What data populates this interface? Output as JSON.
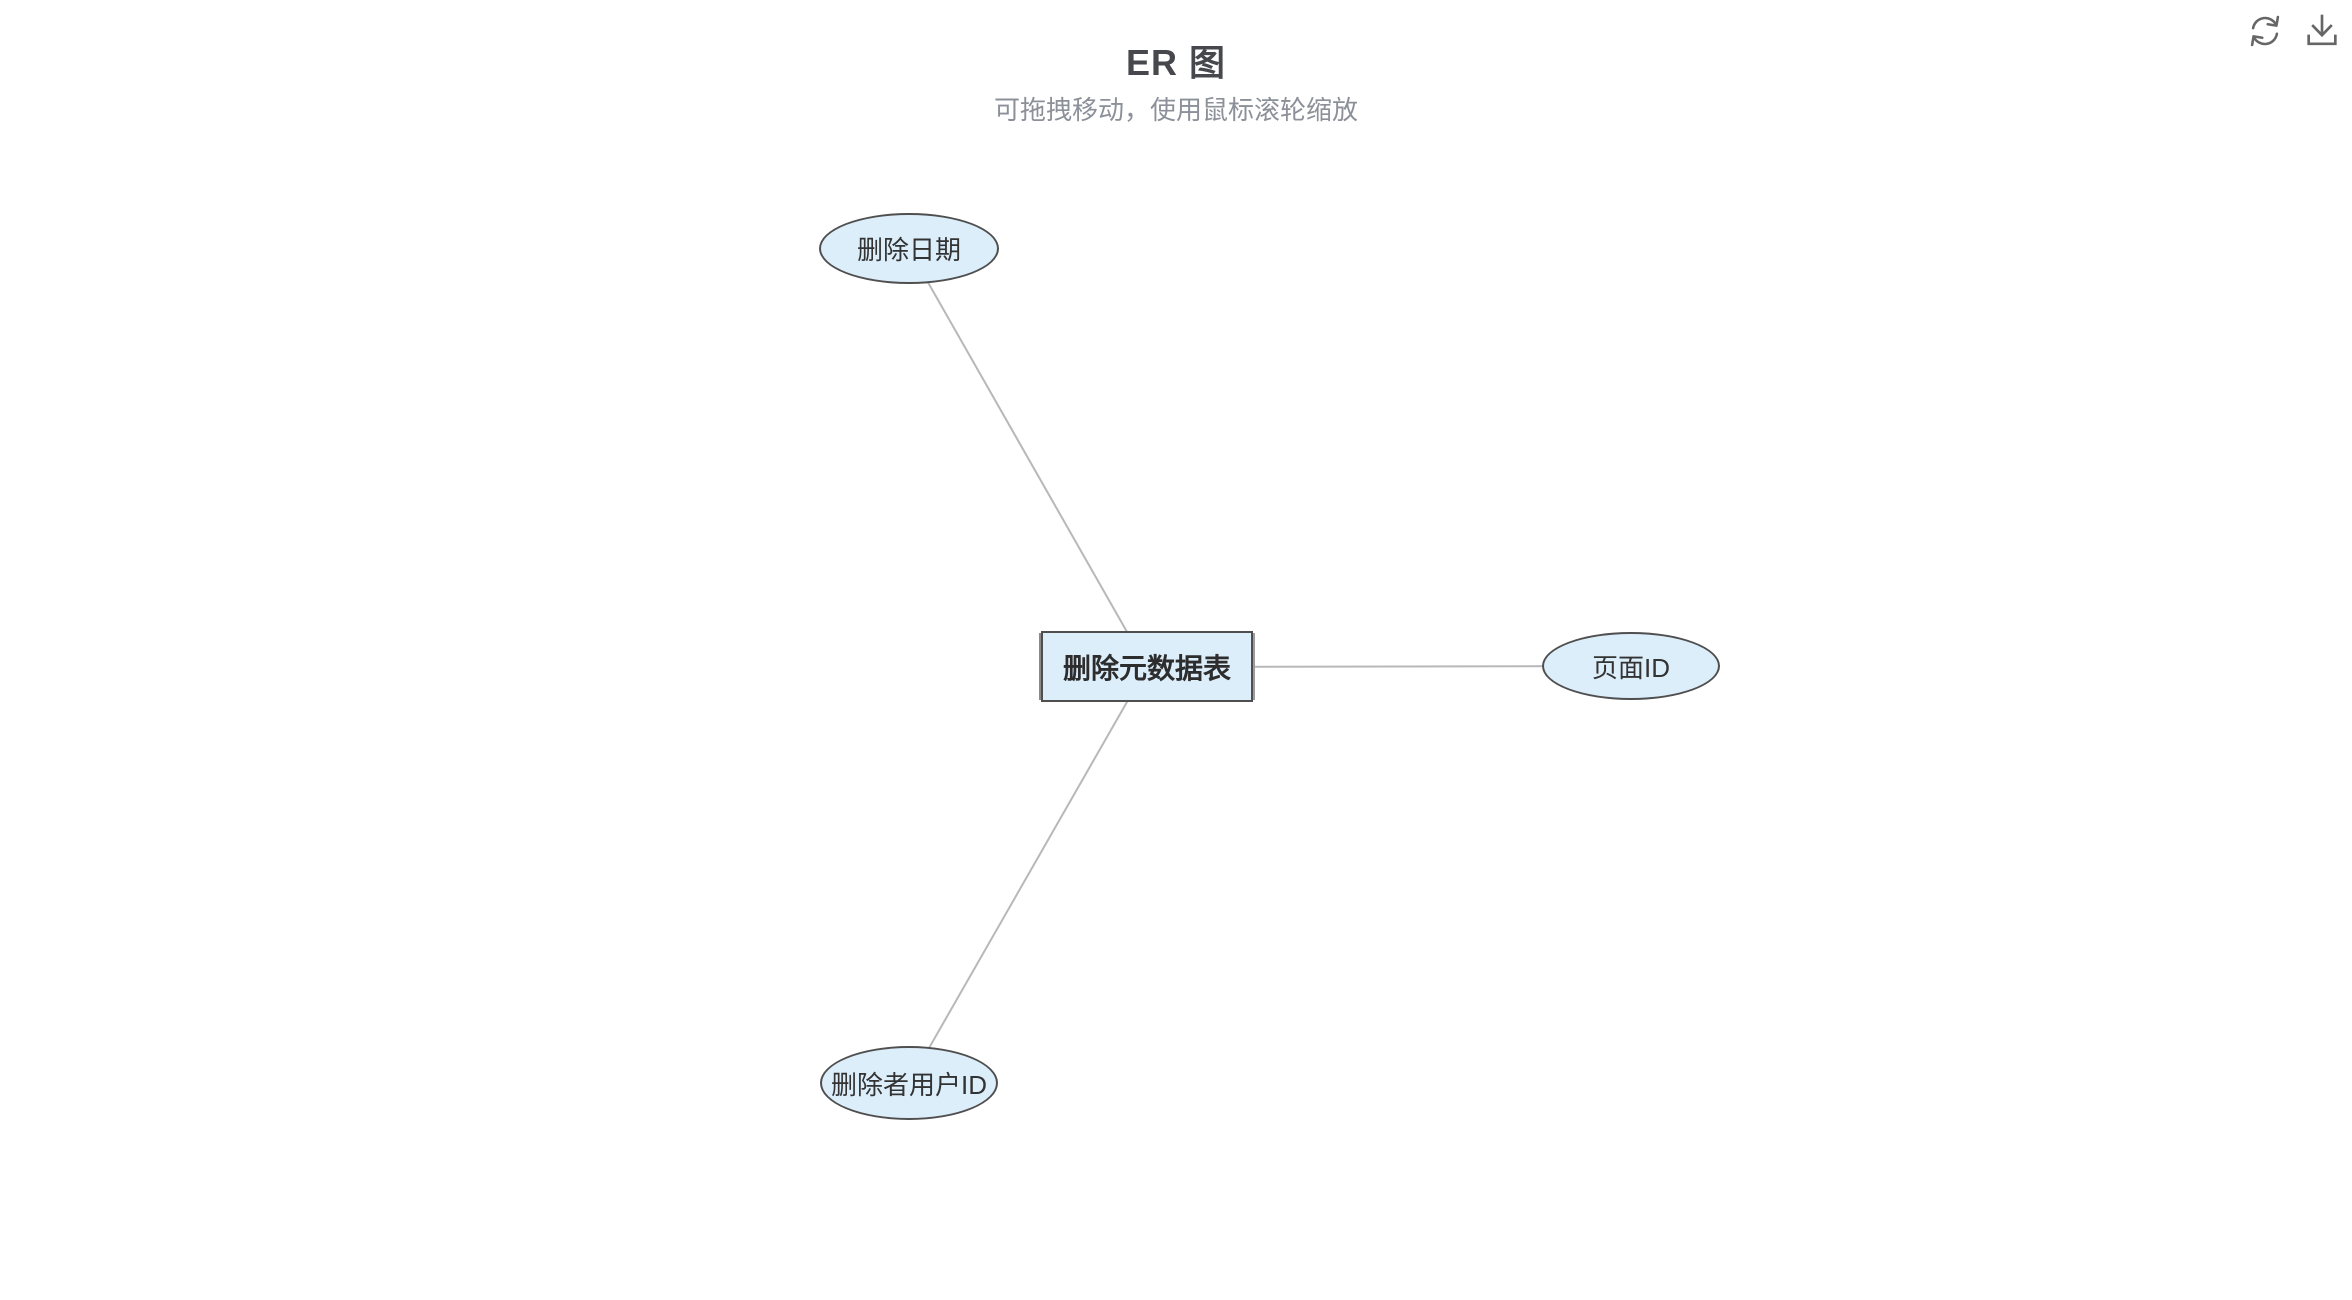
{
  "header": {
    "title": "ER 图",
    "subtitle": "可拖拽移动，使用鼠标滚轮缩放"
  },
  "toolbar": {
    "icons": [
      {
        "name": "refresh-icon",
        "action": "刷新"
      },
      {
        "name": "download-icon",
        "action": "下载"
      }
    ]
  },
  "diagram": {
    "entity": {
      "label": "删除元数据表",
      "shape": "rectangle"
    },
    "attributes": [
      {
        "label": "删除日期",
        "shape": "ellipse",
        "position": "top-left"
      },
      {
        "label": "页面ID",
        "shape": "ellipse",
        "position": "right"
      },
      {
        "label": "删除者用户ID",
        "shape": "ellipse",
        "position": "bottom-left"
      }
    ],
    "edges": [
      {
        "from": "删除元数据表",
        "to": "删除日期"
      },
      {
        "from": "删除元数据表",
        "to": "页面ID"
      },
      {
        "from": "删除元数据表",
        "to": "删除者用户ID"
      }
    ]
  },
  "colors": {
    "node_fill": "#ddeefb",
    "node_border": "#4f4f4f",
    "edge_line": "#b8b8b8",
    "title_text": "#46484d",
    "subtitle_text": "#8b9099",
    "icon": "#666666",
    "background": "#ffffff"
  }
}
